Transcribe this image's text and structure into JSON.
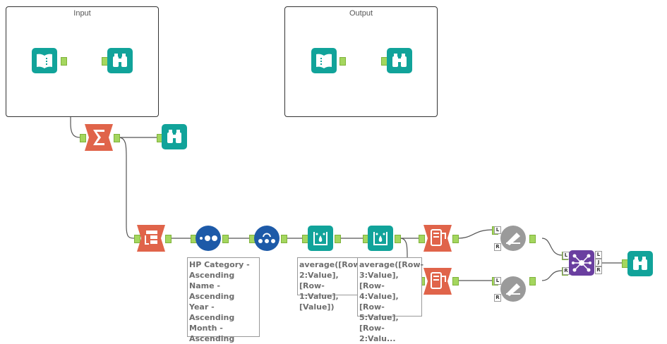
{
  "containers": {
    "input_title": "Input",
    "output_title": "Output"
  },
  "annotations": {
    "sort": "HP Category - Ascending\nName - Ascending\nYear - Ascending\nMonth - Ascending",
    "formula1": "average([Row-2:Value],[Row-1:Value],[Value])",
    "formula2": "average([Row-3:Value],[Row-4:Value],[Row-5:Value],[Row-2:Valu..."
  },
  "anchor_labels": {
    "L": "L",
    "R": "R",
    "J": "J"
  },
  "icons": [
    "input-data-icon",
    "browse-icon",
    "summarize-icon",
    "sort-icon",
    "record-id-icon",
    "multi-row-formula-icon",
    "formula-icon",
    "select-records-icon",
    "random-sample-icon",
    "join-icon",
    "output-data-icon"
  ],
  "colors": {
    "teal": "#11a39a",
    "red": "#e0644a",
    "navy": "#1d5aa8",
    "purple": "#6a3fa0",
    "grey": "#9a9a9a",
    "anchor_green": "#a4d65e"
  }
}
